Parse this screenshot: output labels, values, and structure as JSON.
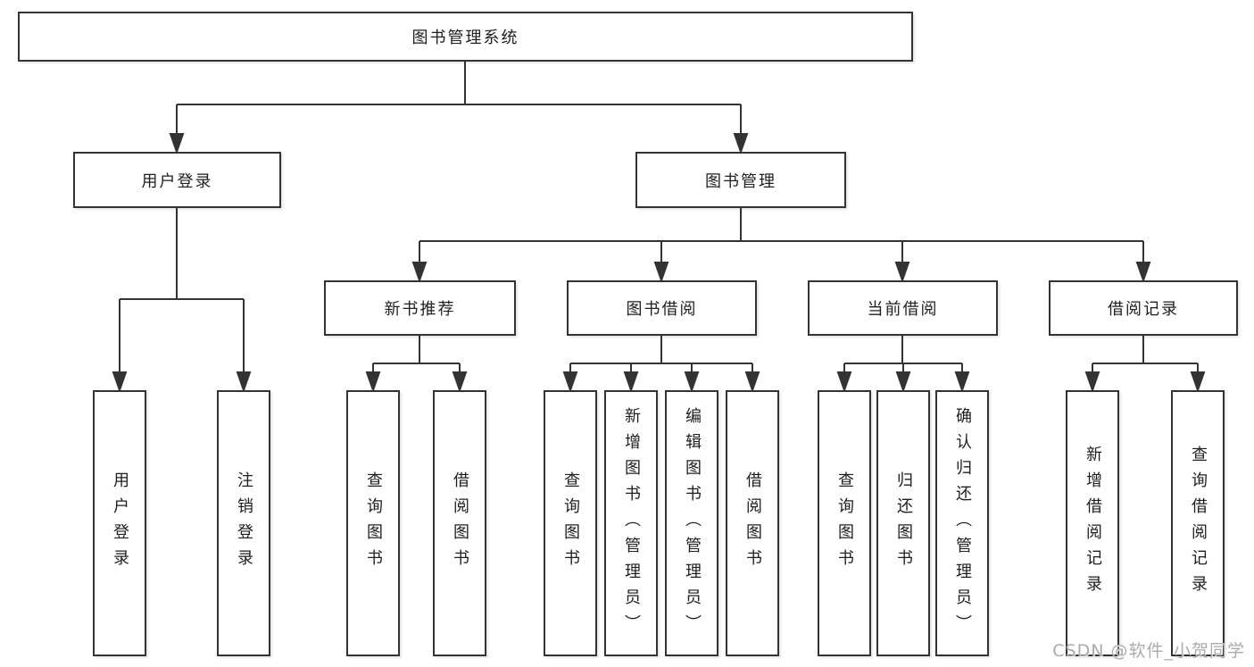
{
  "tree": {
    "label": "图书管理系统",
    "children": [
      {
        "label": "用户登录",
        "children": [
          {
            "label": "用户登录"
          },
          {
            "label": "注销登录"
          }
        ]
      },
      {
        "label": "图书管理",
        "children": [
          {
            "label": "新书推荐",
            "children": [
              {
                "label": "查询图书"
              },
              {
                "label": "借阅图书"
              }
            ]
          },
          {
            "label": "图书借阅",
            "children": [
              {
                "label": "查询图书"
              },
              {
                "label": "新增图书（管理员）"
              },
              {
                "label": "编辑图书（管理员）"
              },
              {
                "label": "借阅图书"
              }
            ]
          },
          {
            "label": "当前借阅",
            "children": [
              {
                "label": "查询图书"
              },
              {
                "label": "归还图书"
              },
              {
                "label": "确认归还（管理员）"
              }
            ]
          },
          {
            "label": "借阅记录",
            "children": [
              {
                "label": "新增借阅记录"
              },
              {
                "label": "查询借阅记录"
              }
            ]
          }
        ]
      }
    ]
  },
  "watermark": "CSDN @软件_小贺同学",
  "colors": {
    "line": "#333333",
    "box_border": "#333333",
    "text": "#1e1e1e",
    "watermark": "#ababab",
    "background": "#ffffff"
  }
}
